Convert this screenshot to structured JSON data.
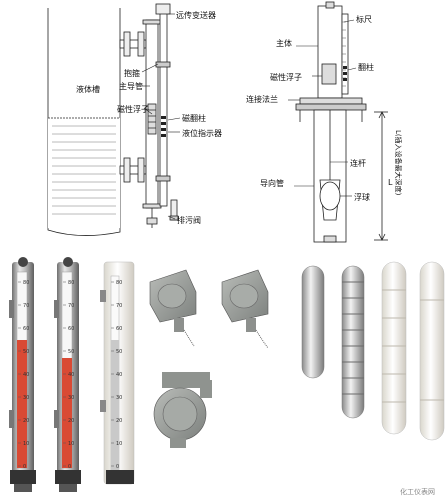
{
  "diagram_left": {
    "labels": {
      "tank": "液体槽",
      "remote_transmitter": "远传变送器",
      "clamp": "抱箍",
      "main_tube": "主导管",
      "magnetic_float": "磁性浮子",
      "flip_column": "磁翻柱",
      "level_indicator": "液位指示器",
      "drain_valve": "排污阀"
    }
  },
  "diagram_right": {
    "labels": {
      "scale": "标尺",
      "body": "主体",
      "flip_column": "翻柱",
      "magnetic_float": "磁性浮子",
      "connecting_flange": "连接法兰",
      "guide_tube": "导向管",
      "connecting_rod": "连杆",
      "float": "浮球",
      "insertion_depth": "L(插入设备最大深度)",
      "dimension_mark": "L"
    }
  },
  "photos": {
    "gauges": [
      {
        "ticks": [
          "80",
          "70",
          "60",
          "50",
          "40",
          "30",
          "20",
          "10",
          "0"
        ]
      },
      {
        "ticks": [
          "80",
          "70",
          "60",
          "50",
          "40",
          "30",
          "20",
          "10",
          "0"
        ]
      },
      {
        "ticks": [
          "80",
          "70",
          "60",
          "50",
          "40",
          "30",
          "20",
          "10",
          "0"
        ]
      }
    ]
  },
  "watermark": "化工仪表网"
}
